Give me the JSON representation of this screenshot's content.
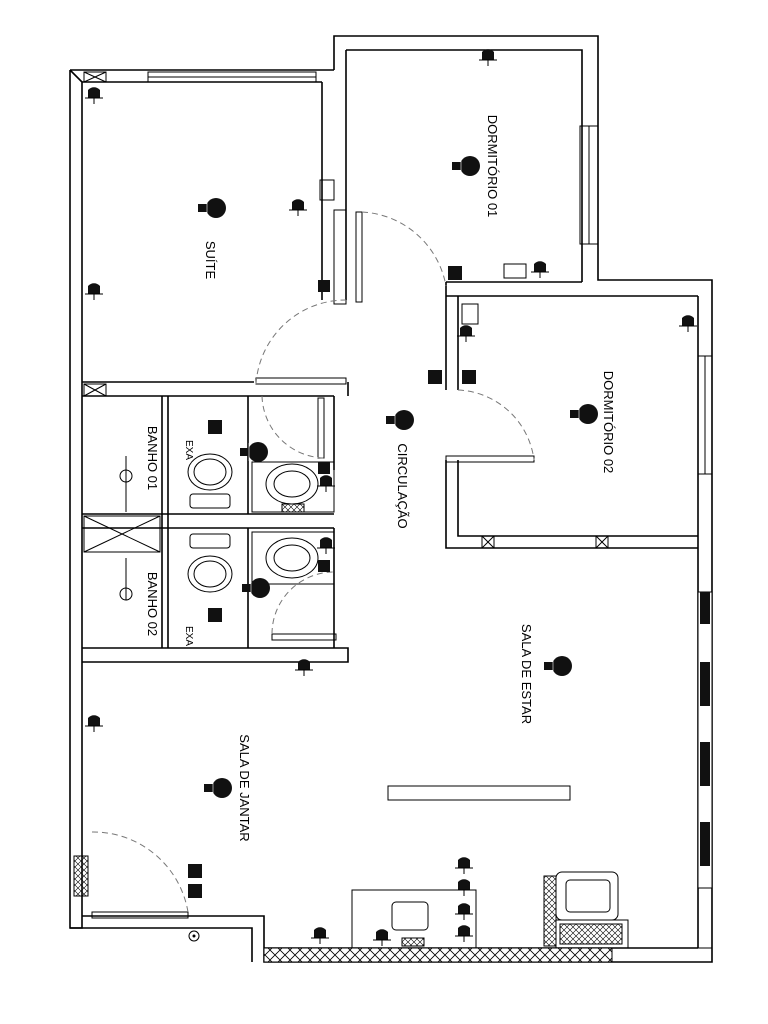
{
  "rooms": {
    "suite": "SUÍTE",
    "dorm01": "DORMITÓRIO 01",
    "dorm02": "DORMITÓRIO 02",
    "circulacao": "CIRCULAÇÃO",
    "banho01": "BANHO 01",
    "banho02": "BANHO 02",
    "sala_estar": "SALA DE ESTAR",
    "sala_jantar": "SALA DE JANTAR"
  },
  "fixtures": {
    "exaustor_1": "EXA",
    "exaustor_2": "EXA"
  },
  "icons": {
    "ceiling_light": "ceiling-light-icon",
    "wall_light": "wall-light-icon",
    "switch": "switch-icon",
    "tv": "tv-icon"
  }
}
